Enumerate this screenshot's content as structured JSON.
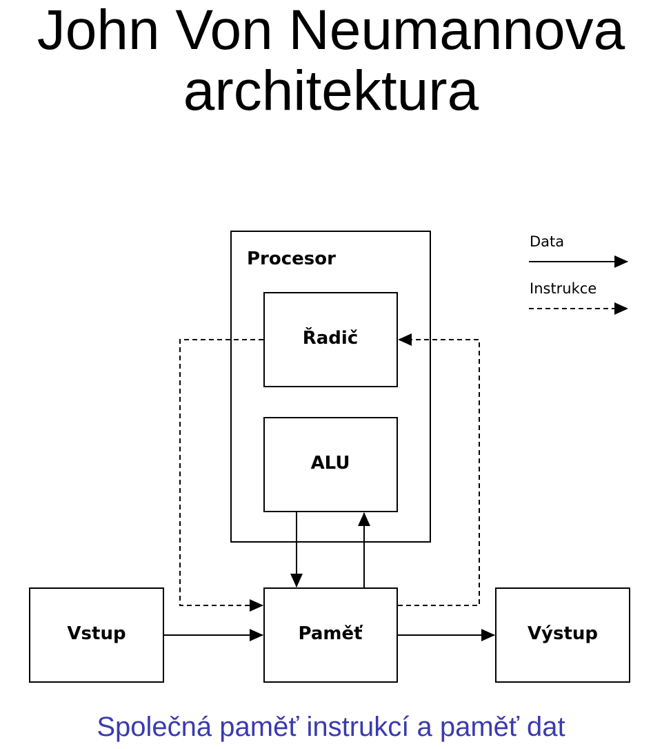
{
  "title": {
    "line1": "John Von Neumannova",
    "line2": "architektura"
  },
  "diagram": {
    "processor_label": "Procesor",
    "nodes": {
      "control_unit": "Řadič",
      "alu": "ALU",
      "memory": "Paměť",
      "input": "Vstup",
      "output": "Výstup"
    },
    "legend": {
      "data_label": "Data",
      "instruction_label": "Instrukce"
    }
  },
  "caption": "Společná paměť instrukcí a paměť dat",
  "colors": {
    "caption": "#3a3ab0",
    "lines": "#000000",
    "background": "#ffffff"
  }
}
